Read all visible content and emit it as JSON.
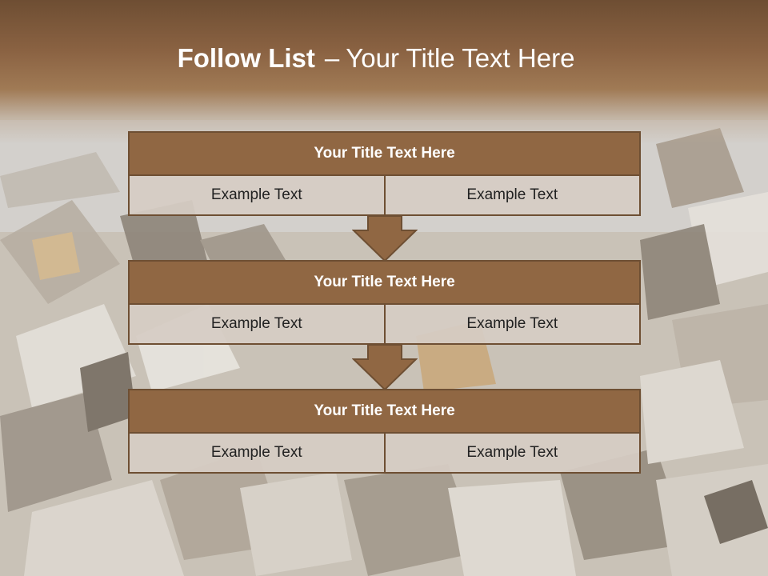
{
  "slide": {
    "title_bold": "Follow List",
    "title_separator": "–",
    "title_rest": "Your Title Text Here"
  },
  "steps": [
    {
      "title": "Your Title Text Here",
      "left": "Example Text",
      "right": "Example Text"
    },
    {
      "title": "Your Title Text Here",
      "left": "Example Text",
      "right": "Example Text"
    },
    {
      "title": "Your Title Text Here",
      "left": "Example Text",
      "right": "Example Text"
    }
  ],
  "colors": {
    "header_brown": "#8a6242",
    "box_title_fill": "#906743",
    "box_border": "#6e4f33",
    "box_body_fill": "#d6ccc4",
    "title_text": "#ffffff",
    "body_text": "#222222"
  },
  "icons": {
    "connector": "down-arrow-icon"
  }
}
